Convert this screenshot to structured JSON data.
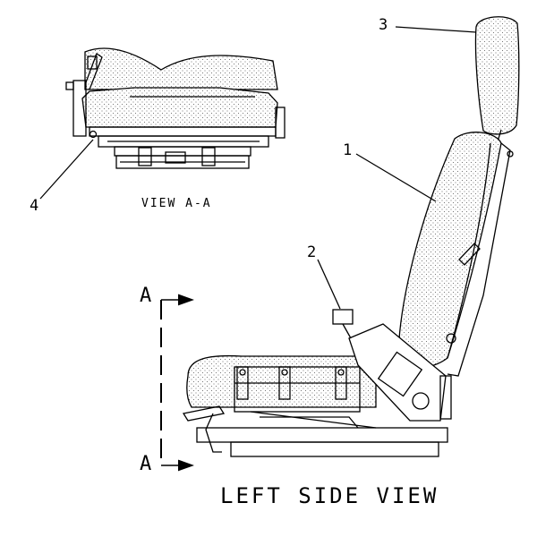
{
  "callouts": [
    "1",
    "2",
    "3",
    "4"
  ],
  "section_marker": "A",
  "view_section_caption": "VIEW A-A",
  "view_side_caption": "LEFT SIDE VIEW",
  "colors": {
    "ink": "#000000",
    "paper": "#ffffff",
    "fill": "#f2f2f2"
  }
}
